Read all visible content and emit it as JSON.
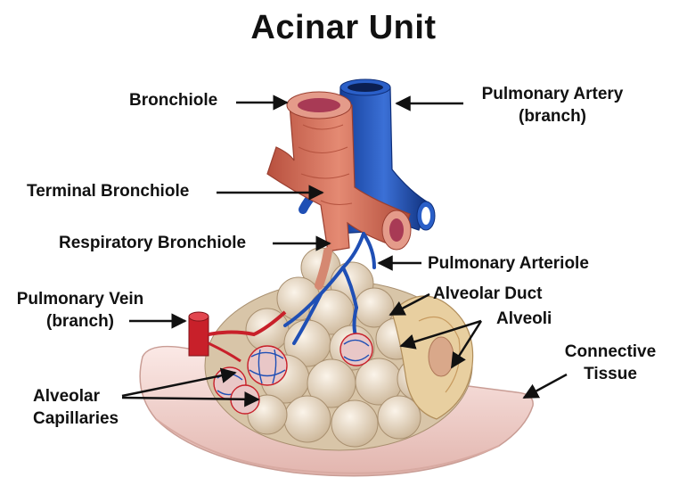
{
  "title": "Acinar Unit",
  "labels": {
    "bronchiole": "Bronchiole",
    "pulmonary_artery": [
      "Pulmonary Artery",
      "(branch)"
    ],
    "terminal_bronchiole": "Terminal Bronchiole",
    "respiratory_bronchiole": "Respiratory Bronchiole",
    "pulmonary_arteriole": "Pulmonary Arteriole",
    "pulmonary_vein": [
      "Pulmonary Vein",
      "(branch)"
    ],
    "alveolar_duct": "Alveolar Duct",
    "alveoli": "Alveoli",
    "connective_tissue": [
      "Connective",
      "Tissue"
    ],
    "alveolar_capillaries": [
      "Alveolar",
      "Capillaries"
    ]
  },
  "colors": {
    "airway": "#d9735f",
    "airway_dark": "#a84a3a",
    "artery": "#1f4fb5",
    "artery_dark": "#0f2f7a",
    "vein": "#c8202a",
    "alveoli": "#e6d8c4",
    "tissue": "#f1d4d0"
  }
}
